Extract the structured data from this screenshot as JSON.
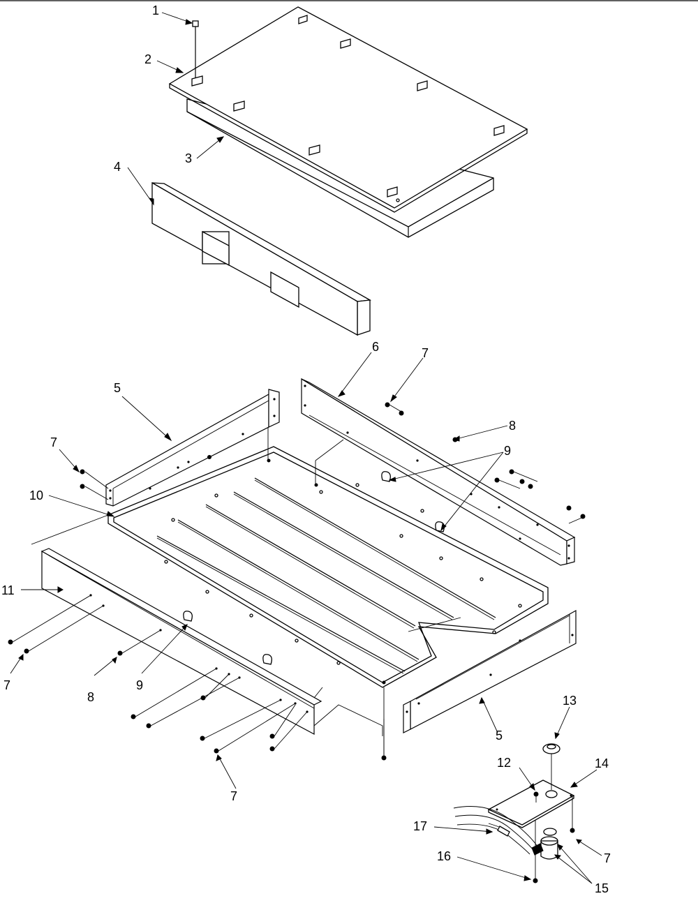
{
  "labels": {
    "l1": "1",
    "l2": "2",
    "l3": "3",
    "l4": "4",
    "l5a": "5",
    "l5b": "5",
    "l6": "6",
    "l7a": "7",
    "l7b": "7",
    "l7c": "7",
    "l7d": "7",
    "l7e": "7",
    "l8a": "8",
    "l8b": "8",
    "l9a": "9",
    "l9b": "9",
    "l10": "10",
    "l11": "11",
    "l12": "12",
    "l13": "13",
    "l14": "14",
    "l15": "15",
    "l16": "16",
    "l17": "17"
  }
}
